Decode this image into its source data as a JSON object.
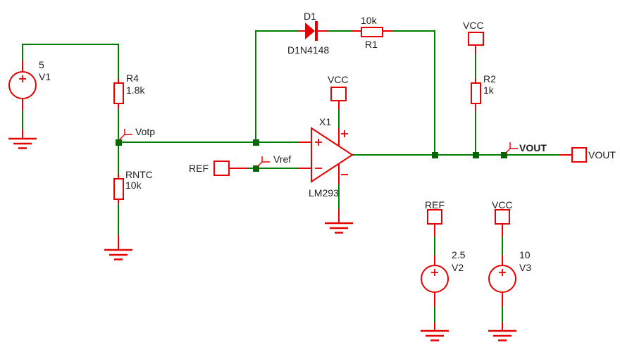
{
  "schematic": {
    "colors": {
      "canvas": "#ffffff",
      "wire": "#008000",
      "symbol": "#e60000",
      "junction": "#006600",
      "text": "#1f1f1f"
    },
    "components": {
      "v1": {
        "ref": "V1",
        "value": "5"
      },
      "v2": {
        "ref": "V2",
        "value": "2.5"
      },
      "v3": {
        "ref": "V3",
        "value": "10"
      },
      "r1": {
        "ref": "R1",
        "value": "10k"
      },
      "r2": {
        "ref": "R2",
        "value": "1k"
      },
      "r4": {
        "ref": "R4",
        "value": "1.8k"
      },
      "rntc": {
        "ref": "RNTC",
        "value": "10k"
      },
      "d1": {
        "ref": "D1",
        "value": "D1N4148"
      },
      "x1": {
        "ref": "X1",
        "value": "LM293"
      }
    },
    "ports": {
      "vcc": "VCC",
      "ref": "REF",
      "vout": "VOUT"
    },
    "net_labels": {
      "votp": "Votp",
      "vref": "Vref",
      "vout": "VOUT"
    },
    "icons": {
      "plus-icon": "+",
      "minus-icon": "-",
      "source-polarity-icon": "+",
      "ground-icon": "gnd"
    }
  }
}
